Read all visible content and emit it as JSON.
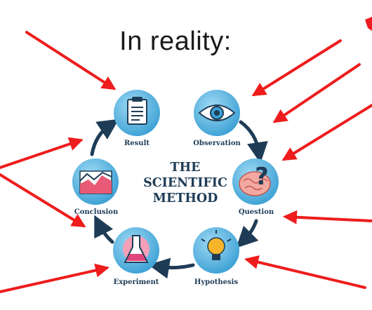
{
  "slide": {
    "heading": "In reality:"
  },
  "diagram": {
    "title_lines": [
      "THE",
      "SCIENTIFIC",
      "METHOD"
    ],
    "stages": [
      {
        "label": "Result",
        "icon": "clipboard-icon"
      },
      {
        "label": "Observation",
        "icon": "eye-icon"
      },
      {
        "label": "Question",
        "icon": "brain-question-icon"
      },
      {
        "label": "Hypothesis",
        "icon": "lightbulb-icon"
      },
      {
        "label": "Experiment",
        "icon": "flask-icon"
      },
      {
        "label": "Conclusion",
        "icon": "chart-icon"
      }
    ],
    "colors": {
      "circle": "#3fa6d8",
      "circle_light": "#8fd0f0",
      "cycle_arrow": "#1e3c56",
      "pointer_arrow": "#ee1c1c"
    }
  }
}
